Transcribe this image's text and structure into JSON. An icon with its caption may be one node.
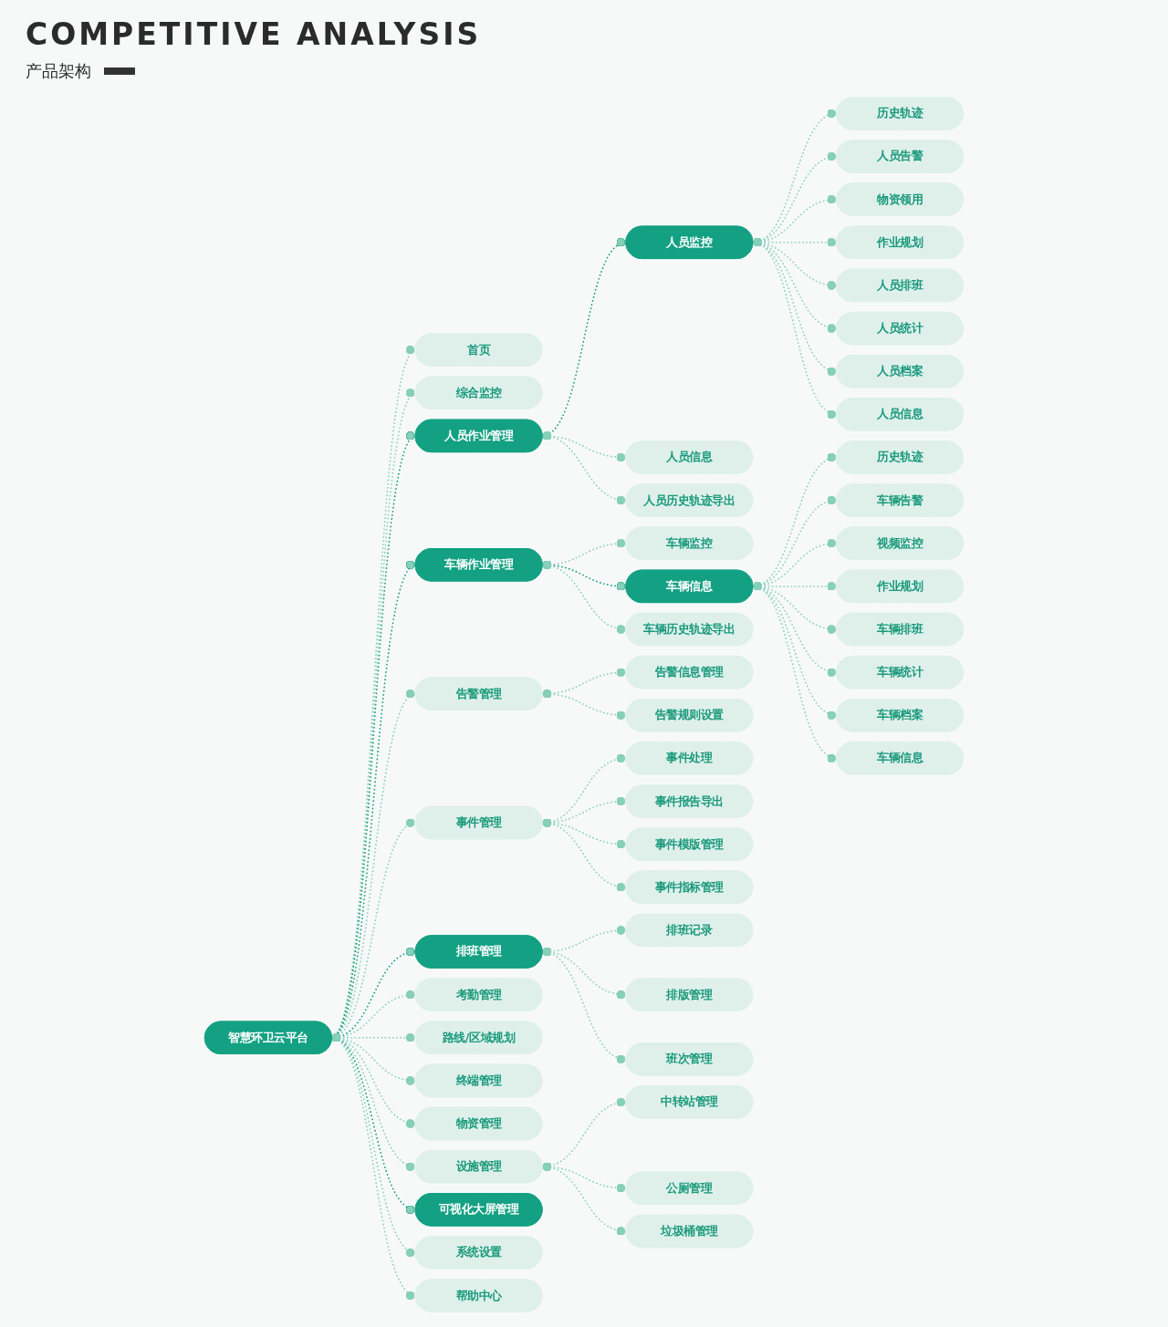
{
  "diagram": {
    "title": "COMPETITIVE ANALYSIS",
    "nodes": [
      {
        "text": [
          "智慧环卫云平台"
        ]
      },
      {
        "text": [
          "首页"
        ]
      },
      {
        "text": [
          "综合监控"
        ]
      },
      {
        "text": [
          "人员作业管理"
        ]
      },
      {
        "text": [
          "车辆作业管理"
        ]
      },
      {
        "text": [
          "告警管理"
        ]
      },
      {
        "text": [
          "事件管理"
        ]
      },
      {
        "text": [
          "排班管理"
        ]
      },
      {
        "text": [
          "考勤管理"
        ]
      },
      {
        "text": [
          "路线/区域规划"
        ]
      },
      {
        "text": [
          "终端管理"
        ]
      },
      {
        "text": [
          "物资管理"
        ]
      },
      {
        "text": [
          "设施管理"
        ]
      },
      {
        "text": [
          "可视化大屏管理"
        ]
      },
      {
        "text": [
          "系统设置"
        ]
      },
      {
        "text": [
          "帮助中心"
        ]
      },
      {
        "text": [
          "人员监控"
        ]
      },
      {
        "text": [
          "人员信息"
        ]
      },
      {
        "text": [
          "人员历史轨迹导出"
        ]
      },
      {
        "text": [
          "车辆监控"
        ]
      },
      {
        "text": [
          "车辆信息"
        ]
      },
      {
        "text": [
          "车辆历史轨迹导出"
        ]
      },
      {
        "text": [
          "告警信息管理"
        ]
      },
      {
        "text": [
          "告警规则设置"
        ]
      },
      {
        "text": [
          "事件处理"
        ]
      },
      {
        "text": [
          "事件报告导出"
        ]
      },
      {
        "text": [
          "事件模版管理"
        ]
      },
      {
        "text": [
          "事件指标管理"
        ]
      },
      {
        "text": [
          "排班记录"
        ]
      },
      {
        "text": [
          "排版管理"
        ]
      },
      {
        "text": [
          "班次管理"
        ]
      },
      {
        "text": [
          "中转站管理"
        ]
      },
      {
        "text": [
          "公厕管理"
        ]
      },
      {
        "text": [
          "垃圾桶管理"
        ]
      },
      {
        "text": [
          "历史轨迹"
        ]
      },
      {
        "text": [
          "人员告警"
        ]
      },
      {
        "text": [
          "物资领用"
        ]
      },
      {
        "text": [
          "作业规划"
        ]
      },
      {
        "text": [
          "人员排班"
        ]
      },
      {
        "text": [
          "人员统计"
        ]
      },
      {
        "text": [
          "人员档案"
        ]
      },
      {
        "text": [
          "人员信息"
        ]
      },
      {
        "text": [
          "历史轨迹"
        ]
      },
      {
        "text": [
          "车辆告警"
        ]
      },
      {
        "text": [
          "视频监控"
        ]
      },
      {
        "text": [
          "作业规划"
        ]
      },
      {
        "text": [
          "车辆排班"
        ]
      },
      {
        "text": [
          "车辆统计"
        ]
      },
      {
        "text": [
          "车辆档案"
        ]
      },
      {
        "text": [
          "车辆信息"
        ]
      }
    ],
    "edges": [
      {
        "from": 0,
        "to": 1,
        "arrow": "other"
      },
      {
        "from": 0,
        "to": 2,
        "arrow": "other"
      },
      {
        "from": 0,
        "to": 3,
        "arrow": "other",
        "color": "#12997c"
      },
      {
        "from": 0,
        "to": 4,
        "arrow": "other",
        "color": "#12997c"
      },
      {
        "from": 0,
        "to": 5,
        "arrow": "other"
      },
      {
        "from": 0,
        "to": 6,
        "arrow": "other"
      },
      {
        "from": 0,
        "to": 7,
        "arrow": "other",
        "color": "#12997c"
      },
      {
        "from": 0,
        "to": 8,
        "arrow": "other"
      },
      {
        "from": 0,
        "to": 9,
        "arrow": "other"
      },
      {
        "from": 0,
        "to": 10,
        "arrow": "other"
      },
      {
        "from": 0,
        "to": 11,
        "arrow": "other"
      },
      {
        "from": 0,
        "to": 12,
        "arrow": "other"
      },
      {
        "from": 0,
        "to": 13,
        "arrow": "other",
        "color": "#12997c"
      },
      {
        "from": 0,
        "to": 14,
        "arrow": "other"
      },
      {
        "from": 0,
        "to": 15,
        "arrow": "other"
      },
      {
        "from": 3,
        "to": 16,
        "arrow": "other",
        "color": "#12997c"
      },
      {
        "from": 3,
        "to": 17,
        "arrow": "other"
      },
      {
        "from": 3,
        "to": 18,
        "arrow": "other"
      },
      {
        "from": 4,
        "to": 19,
        "arrow": "other"
      },
      {
        "from": 4,
        "to": 20,
        "arrow": "other",
        "color": "#12997c"
      },
      {
        "from": 4,
        "to": 21,
        "arrow": "other"
      },
      {
        "from": 5,
        "to": 22,
        "arrow": "other"
      },
      {
        "from": 5,
        "to": 23,
        "arrow": "other"
      },
      {
        "from": 6,
        "to": 24,
        "arrow": "other"
      },
      {
        "from": 6,
        "to": 25,
        "arrow": "other"
      },
      {
        "from": 6,
        "to": 26,
        "arrow": "other"
      },
      {
        "from": 6,
        "to": 27,
        "arrow": "other"
      },
      {
        "from": 7,
        "to": 28,
        "arrow": "other"
      },
      {
        "from": 7,
        "to": 29,
        "arrow": "other"
      },
      {
        "from": 7,
        "to": 30,
        "arrow": "other"
      },
      {
        "from": 12,
        "to": 31,
        "arrow": "other"
      },
      {
        "from": 12,
        "to": 32,
        "arrow": "other"
      },
      {
        "from": 12,
        "to": 33,
        "arrow": "other"
      },
      {
        "from": 16,
        "to": 34,
        "arrow": "other"
      },
      {
        "from": 16,
        "to": 35,
        "arrow": "other"
      },
      {
        "from": 16,
        "to": 36,
        "arrow": "other"
      },
      {
        "from": 16,
        "to": 37,
        "arrow": "other"
      },
      {
        "from": 16,
        "to": 38,
        "arrow": "other"
      },
      {
        "from": 16,
        "to": 39,
        "arrow": "other"
      },
      {
        "from": 16,
        "to": 40,
        "arrow": "other"
      },
      {
        "from": 16,
        "to": 41,
        "arrow": "other"
      },
      {
        "from": 20,
        "to": 42,
        "arrow": "other"
      },
      {
        "from": 20,
        "to": 43,
        "arrow": "other"
      },
      {
        "from": 20,
        "to": 44,
        "arrow": "other"
      },
      {
        "from": 20,
        "to": 45,
        "arrow": "other"
      },
      {
        "from": 20,
        "to": 46,
        "arrow": "other"
      },
      {
        "from": 20,
        "to": 47,
        "arrow": "other"
      },
      {
        "from": 20,
        "to": 48,
        "arrow": "other"
      },
      {
        "from": 20,
        "to": 49,
        "arrow": "other"
      }
    ],
    "labels": [
      "产品架构"
    ]
  }
}
